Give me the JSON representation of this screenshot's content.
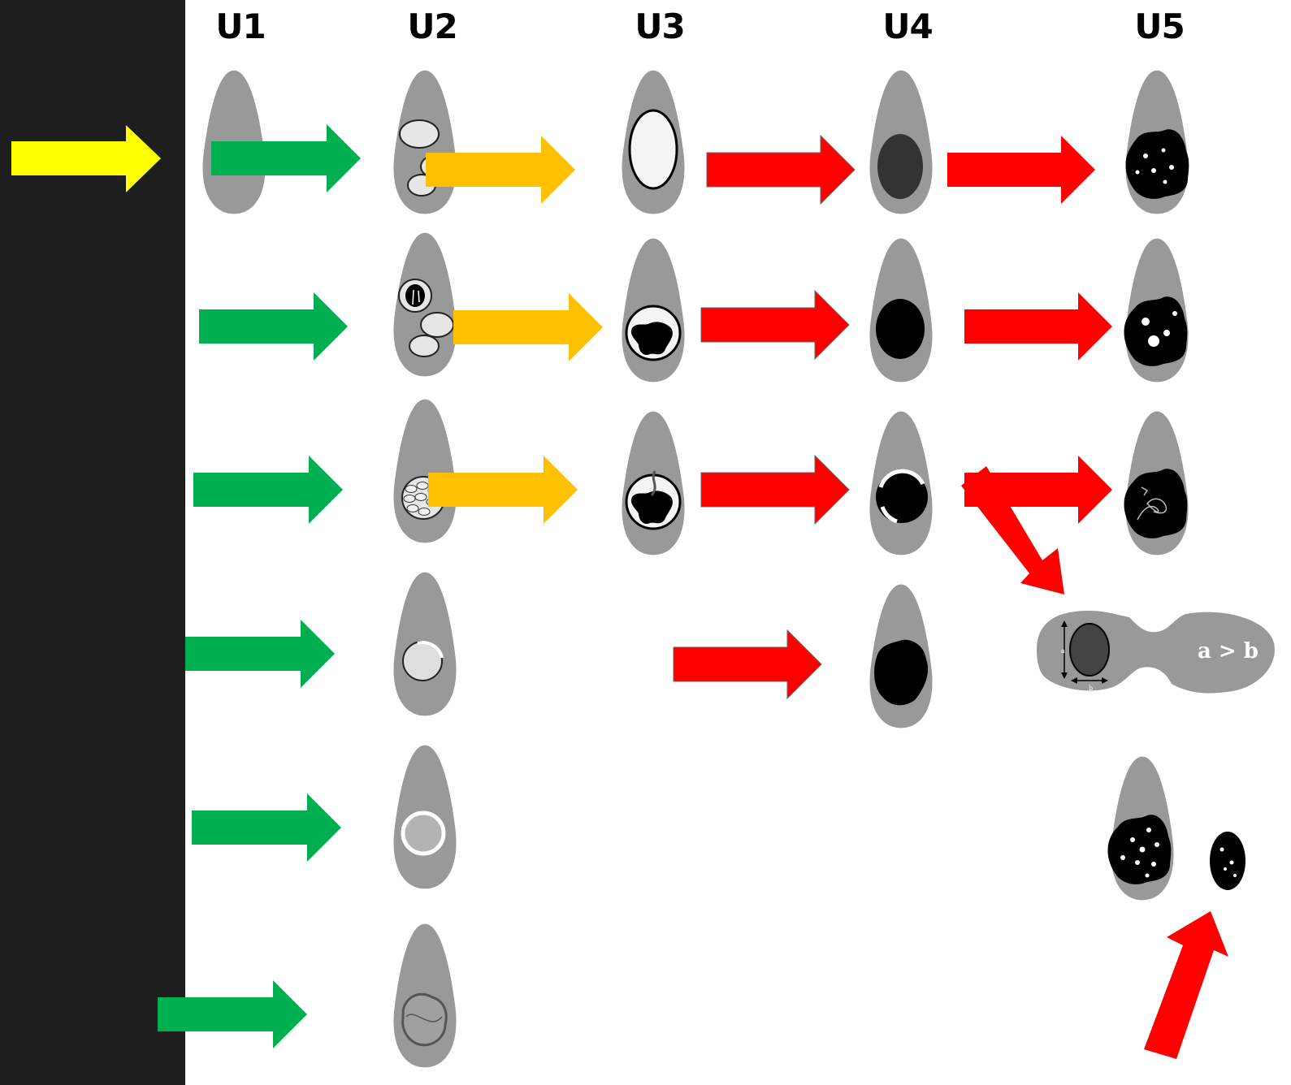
{
  "columns": [
    "U1",
    "U2",
    "U3",
    "U4",
    "U5"
  ],
  "ratio_label": "a > b",
  "axis_a": "a",
  "axis_b": "b",
  "colors": {
    "background": "#ffffff",
    "panel": "#1e1e1e",
    "drop": "#999999",
    "arrow_yellow": "#ffff00",
    "arrow_green": "#00b050",
    "arrow_orange": "#ffc000",
    "arrow_red": "#ff0000"
  }
}
